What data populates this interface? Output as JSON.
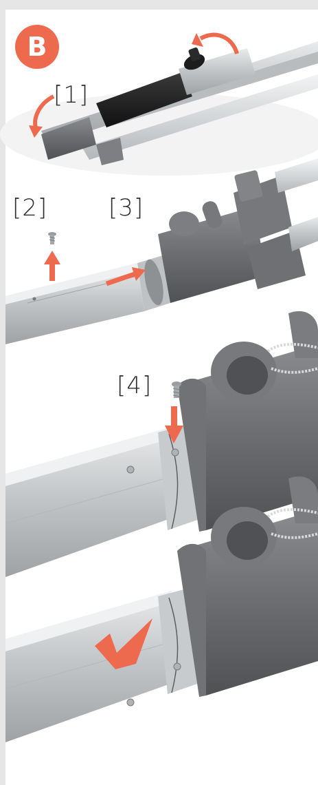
{
  "section_badge": "B",
  "steps": [
    {
      "label": "[1]"
    },
    {
      "label": "[2]"
    },
    {
      "label": "[3]"
    },
    {
      "label": "[4]"
    }
  ],
  "colors": {
    "accent": "#ee6a4f",
    "background": "#e6e6e6",
    "panel": "#ffffff",
    "aluminium": "#c9ccce",
    "plastic": "#6b6d70"
  },
  "icons": [
    "rotate-arrow-icon",
    "up-arrow-icon",
    "right-arrow-icon",
    "down-arrow-icon",
    "checkmark-icon",
    "screw-icon"
  ]
}
